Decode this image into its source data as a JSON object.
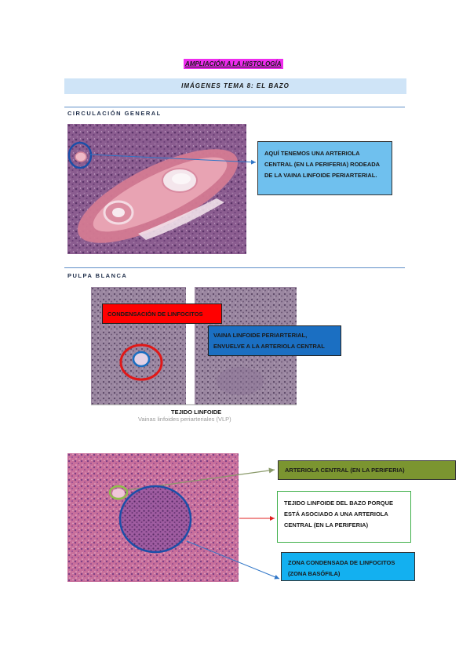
{
  "header": {
    "top_title": "AMPLIACIÓN A LA HISTOLOGÍA",
    "title": "IMÁGENES TEMA 8: EL BAZO"
  },
  "sections": {
    "circulacion": "CIRCULACIÓN GENERAL",
    "pulpa": "PULPA BLANCA"
  },
  "annotations": {
    "arteriola_central": "AQUÍ TENEMOS UNA ARTERIOLA CENTRAL (EN LA PERIFERIA) RODEADA DE LA VAINA LINFOIDE PERIARTERIAL.",
    "condensacion": "CONDENSACIÓN DE LINFOCITOS",
    "vaina": "VAINA LINFOIDE PERIARTERIAL, ENVUELVE A LA ARTERIOLA CENTRAL",
    "tejido_linfoide": "TEJIDO LINFOIDE",
    "caption_vlp": "Vainas linfoides periarteriales  (VLP)",
    "arteriola_periferia": "ARTERIOLA CENTRAL (EN LA PERIFERIA)",
    "tejido_bazo": "TEJIDO LINFOIDE DEL BAZO PORQUE ESTÁ ASOCIADO A UNA ARTERIOLA CENTRAL (EN LA PERIFERIA)",
    "zona_condensada": "ZONA CONDENSADA DE LINFOCITOS (ZONA BASÓFILA)"
  },
  "colors": {
    "title_highlight": "#ee2bee",
    "title_bar": "#cfe4f7",
    "box_light_blue": "#6fc0ee",
    "box_red": "#ff0000",
    "box_blue": "#1b6fc2",
    "box_olive": "#7b9530",
    "box_green_border": "#3fb04a",
    "box_cyan": "#13b0f0",
    "tissue_purple": "#8a5b8e",
    "tissue_pink": "#cf6f90"
  },
  "icons": [
    "microscopy-image-artery",
    "microscopy-image-pals",
    "microscopy-image-white-pulp"
  ]
}
